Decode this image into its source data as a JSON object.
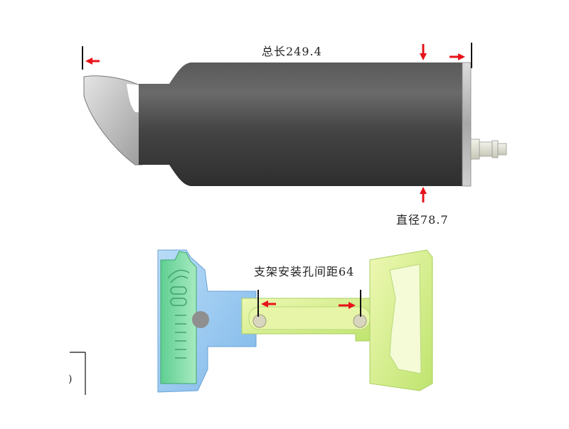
{
  "labels": {
    "total_length": "总长249.4",
    "diameter": "直径78.7",
    "hole_spacing": "支架安装孔间距64",
    "corner_fragment": ")"
  },
  "colors": {
    "arrow": "#e8131b",
    "dimension_line": "#111111",
    "body": "#4b4b4b",
    "cap": "#b9b9b9",
    "bracket_blue": "#8fc6f0",
    "bracket_green": "#7fd9a3",
    "bracket_yellow_green": "#d4ef8a"
  },
  "icons": {
    "left_arrow": "red-left-arrow",
    "right_arrow": "red-right-arrow",
    "down_arrow": "red-down-arrow",
    "up_arrow": "red-up-arrow"
  }
}
